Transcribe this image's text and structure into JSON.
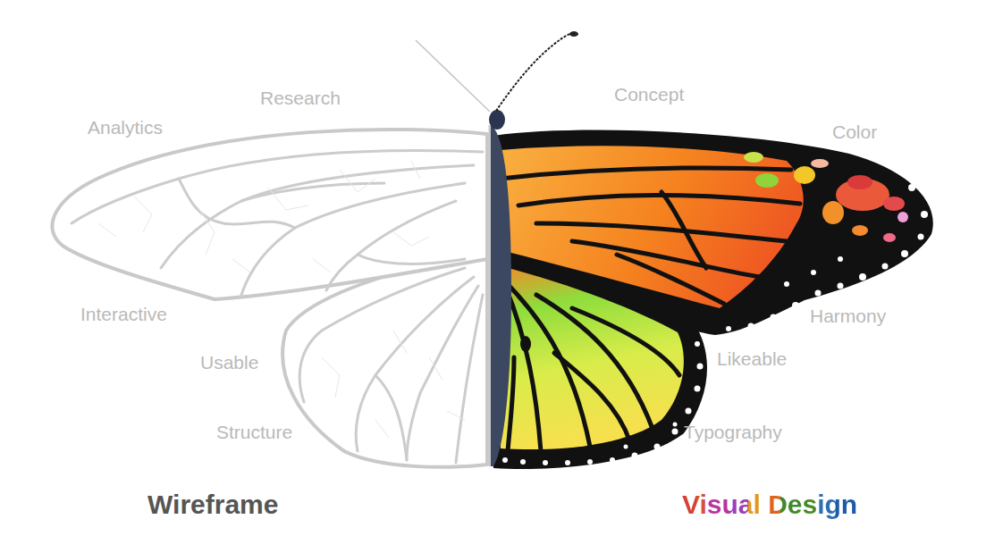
{
  "diagram": {
    "labels": [
      "Research",
      "Analytics",
      "Interactive",
      "Usable",
      "Structure",
      "Concept",
      "Color",
      "Harmony",
      "Likeable",
      "Typography",
      "Wireframe",
      "Visual Design"
    ]
  }
}
